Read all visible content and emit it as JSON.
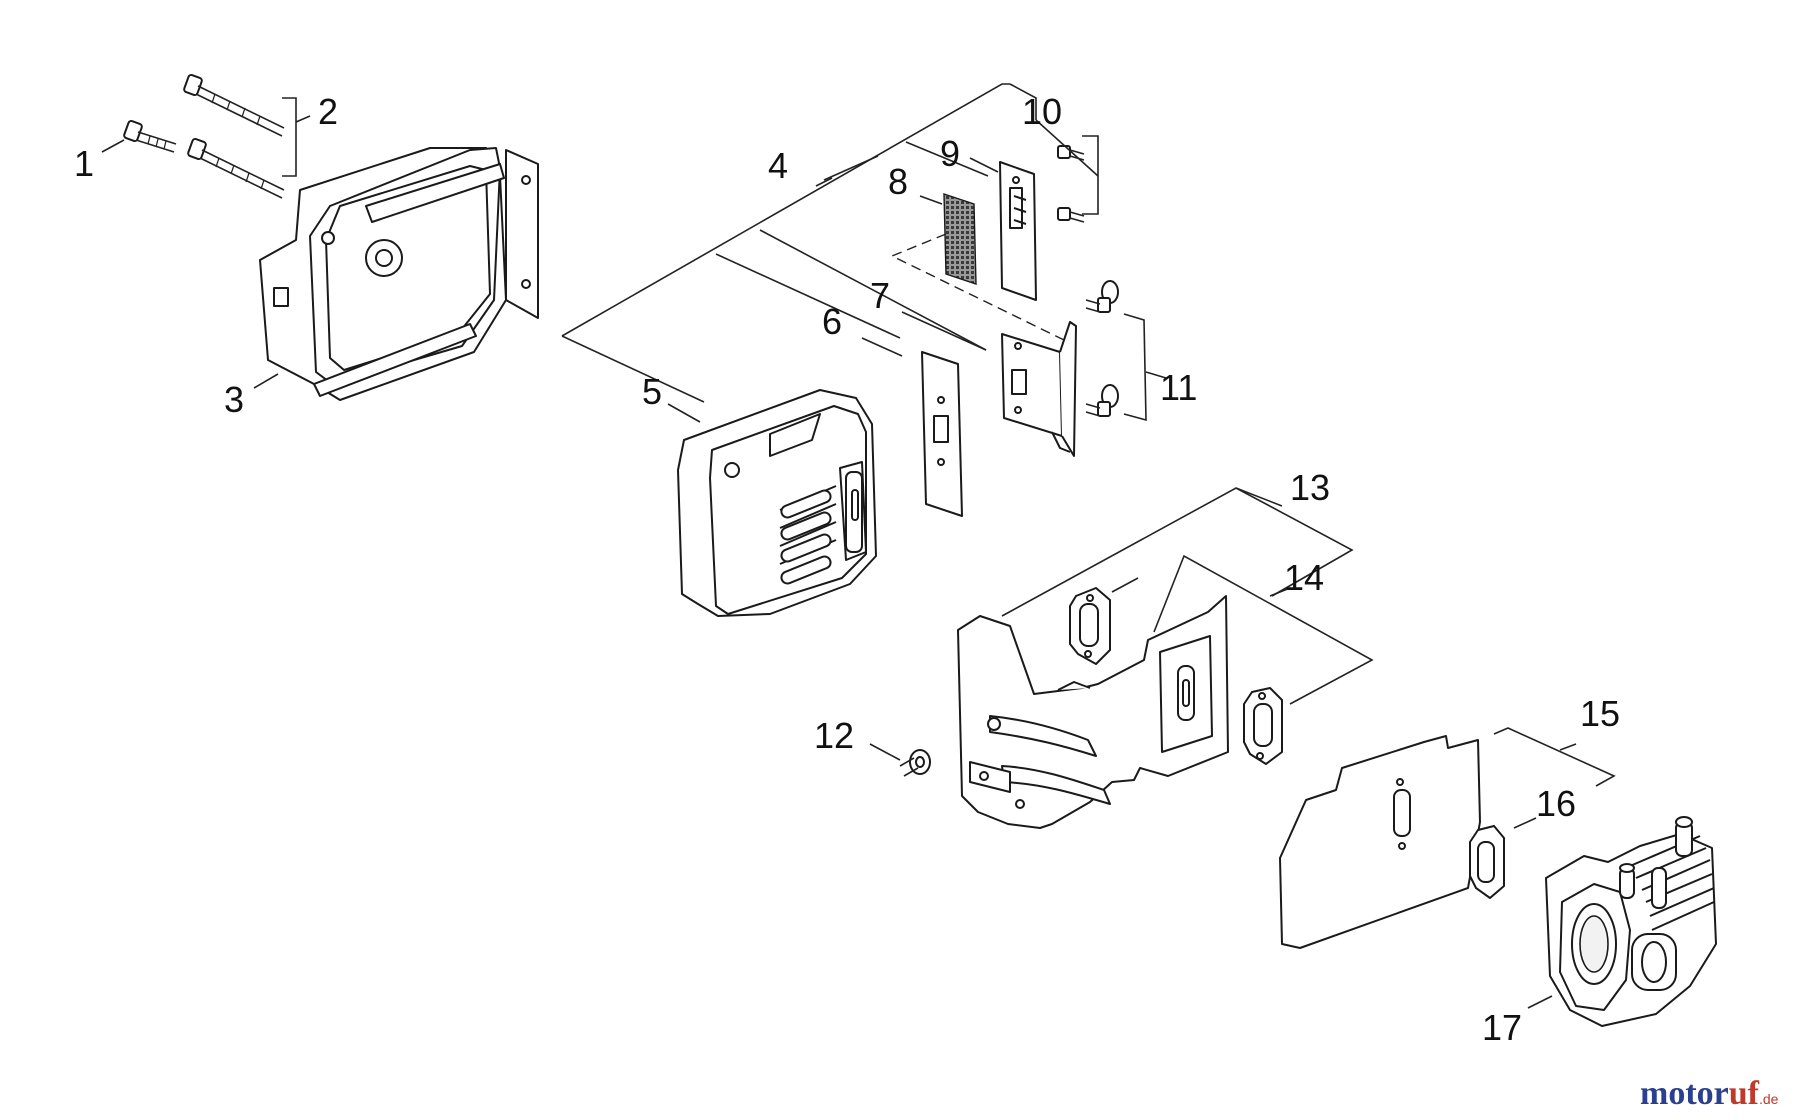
{
  "part_numbers": [
    "1",
    "2",
    "3",
    "4",
    "5",
    "6",
    "7",
    "8",
    "9",
    "10",
    "11",
    "12",
    "13",
    "14",
    "15",
    "16",
    "17"
  ],
  "watermark": {
    "brand_a": "motor",
    "brand_b": "uf",
    "suffix": ".de"
  },
  "colors": {
    "line": "#1a1a1a",
    "watermark_blue": "#2b3f8f",
    "watermark_red": "#c0392b"
  }
}
